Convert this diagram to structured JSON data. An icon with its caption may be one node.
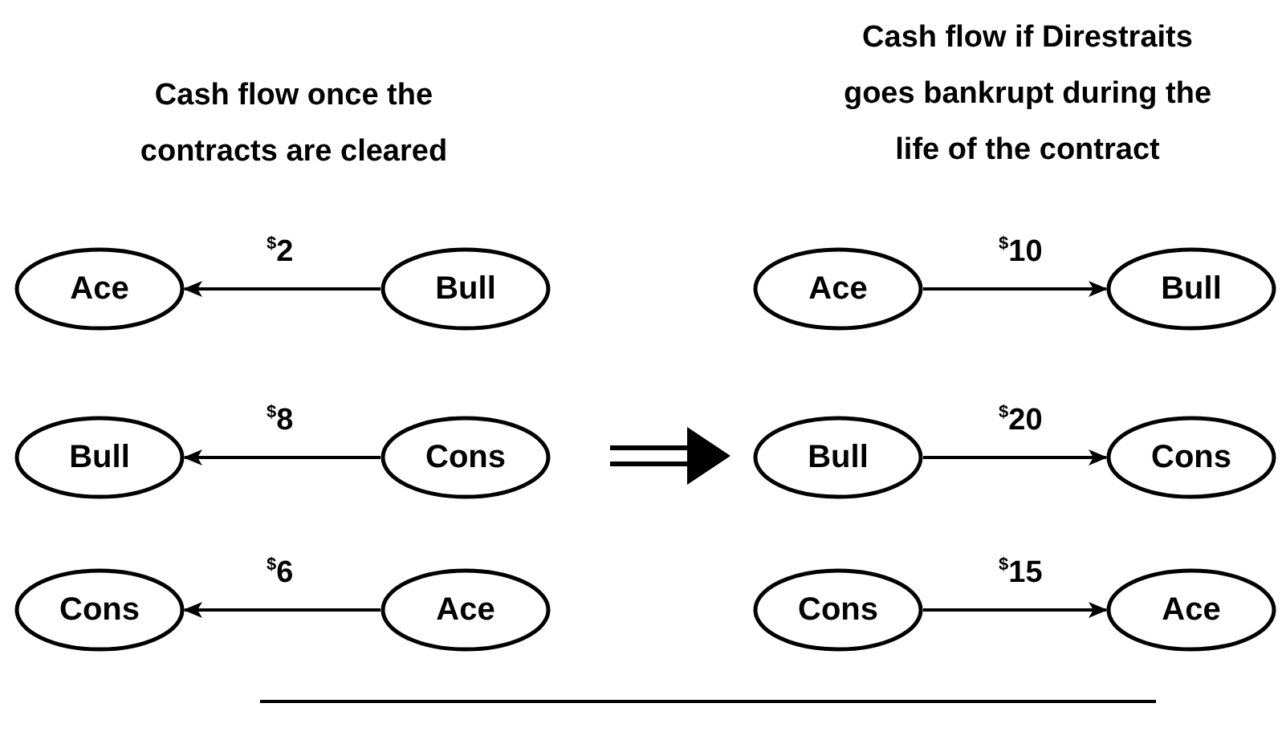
{
  "diagram": {
    "nodes": [
      {
        "text": [
          "Ace"
        ]
      },
      {
        "text": [
          "Bull"
        ]
      },
      {
        "text": [
          "Bull"
        ]
      },
      {
        "text": [
          "Cons"
        ]
      },
      {
        "text": [
          "Cons"
        ]
      },
      {
        "text": [
          "Ace"
        ]
      },
      {
        "text": [
          "Ace"
        ]
      },
      {
        "text": [
          "Bull"
        ]
      },
      {
        "text": [
          "Bull"
        ]
      },
      {
        "text": [
          "Cons"
        ]
      },
      {
        "text": [
          "Cons"
        ]
      },
      {
        "text": [
          "Ace"
        ]
      }
    ],
    "edges": [
      {
        "from": 1,
        "to": 0,
        "arrow": "to",
        "label": "$^{$}$2"
      },
      {
        "from": 3,
        "to": 2,
        "arrow": "to",
        "label": "$^{$}$8"
      },
      {
        "from": 5,
        "to": 4,
        "arrow": "to",
        "label": "$^{$}$6"
      },
      {
        "from": 6,
        "to": 7,
        "arrow": "to",
        "label": "$^{$}$10"
      },
      {
        "from": 8,
        "to": 9,
        "arrow": "to",
        "label": "$^{$}$20"
      },
      {
        "from": 10,
        "to": 11,
        "arrow": "to",
        "label": "$^{$}$15"
      }
    ],
    "labels": [
      "Cash flow once the contracts are cleared",
      "Cash flow if Direstraits goes bankrupt during the life of the contract"
    ]
  }
}
